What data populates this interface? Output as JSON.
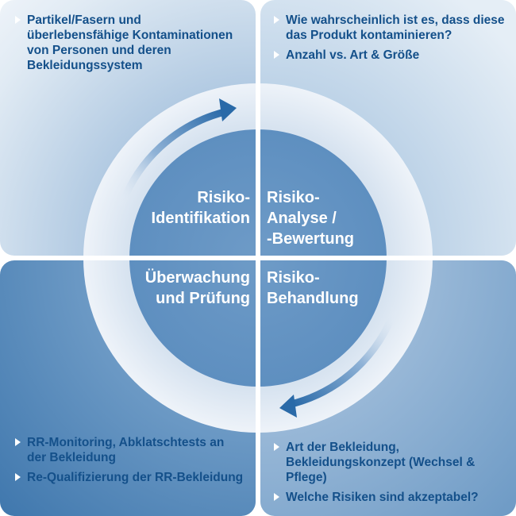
{
  "quadrants": {
    "top_left": {
      "bullets": [
        "Partikel/Fasern und überlebensfähige Kontaminationen von Personen und deren Bekleidungssystem"
      ]
    },
    "top_right": {
      "bullets": [
        "Wie wahrscheinlich ist es, dass diese das Produkt kontaminieren?",
        "Anzahl vs. Art & Größe"
      ]
    },
    "bottom_left": {
      "bullets": [
        "RR-Monitoring, Abklatschtests an der Bekleidung",
        "Re-Qualifizierung der RR-Bekleidung"
      ]
    },
    "bottom_right": {
      "bullets": [
        "Art der Bekleidung, Bekleidungskonzept (Wechsel & Pflege)",
        "Welche Risiken sind akzeptabel?"
      ]
    }
  },
  "center": {
    "top_left": [
      "Risiko-",
      "Identifikation"
    ],
    "top_right": [
      "Risiko-",
      "Analyse /",
      "-Bewertung"
    ],
    "bottom_left": [
      "Überwachung",
      "und Prüfung"
    ],
    "bottom_right": [
      "Risiko-",
      "Behandlung"
    ]
  },
  "colors": {
    "text_blue": "#14508a",
    "ring": "#e3ebf4",
    "arrow": "#2a6aa8"
  }
}
